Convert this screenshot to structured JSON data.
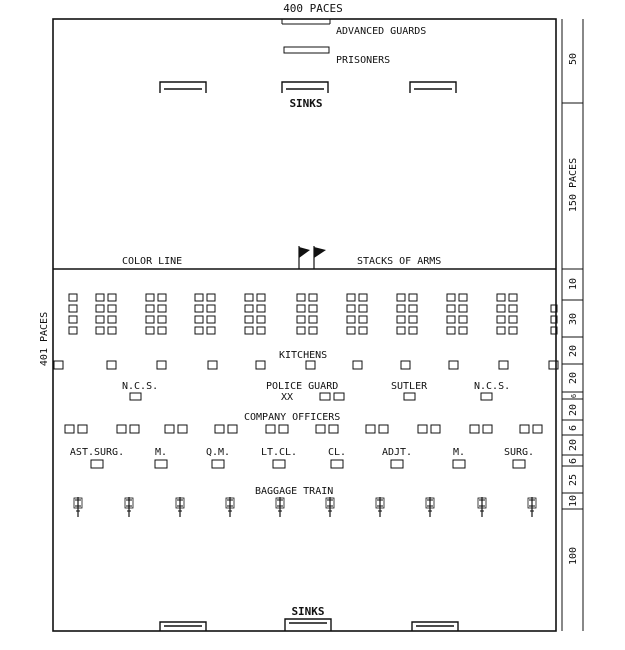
{
  "header": {
    "width_label": "400 PACES"
  },
  "side": {
    "depth_label": "401 PACES"
  },
  "labels": {
    "advanced_guards": "ADVANCED GUARDS",
    "prisoners": "PRISONERS",
    "sinks_top": "SINKS",
    "color_line": "COLOR LINE",
    "stacks_of_arms": "STACKS OF ARMS",
    "kitchens": "KITCHENS",
    "ncs_left": "N.C.S.",
    "police_guard": "POLICE GUARD",
    "police_guard_mark": "XX",
    "sutler": "SUTLER",
    "ncs_right": "N.C.S.",
    "company_officers": "COMPANY OFFICERS",
    "baggage_train": "BAGGAGE TRAIN",
    "sinks_bottom": "SINKS"
  },
  "staff": [
    "AST.SURG.",
    "M.",
    "Q.M.",
    "LT.CL.",
    "CL.",
    "ADJT.",
    "M.",
    "SURG."
  ],
  "scale_marks": [
    "50",
    "150 PACES",
    "10",
    "30",
    "20",
    "20",
    "6",
    "20",
    "6",
    "20",
    "6",
    "25",
    "10",
    "100"
  ]
}
